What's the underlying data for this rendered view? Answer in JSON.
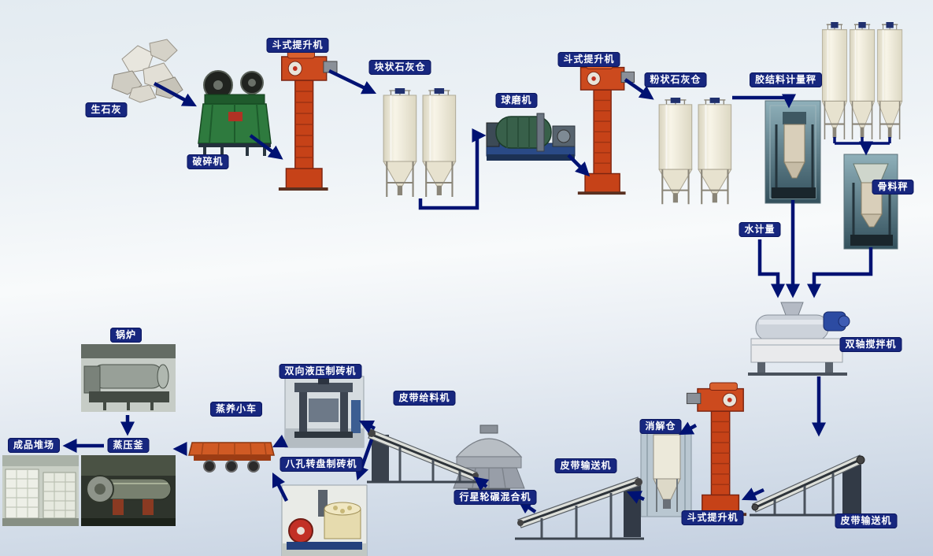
{
  "labels": {
    "quicklime": "生石灰",
    "crusher": "破碎机",
    "bucket_elevator_1": "斗式提升机",
    "lump_lime_silo": "块状石灰仓",
    "ball_mill": "球磨机",
    "bucket_elevator_2": "斗式提升机",
    "powder_lime_silo": "粉状石灰仓",
    "binder_metering_scale": "胶结料计量秤",
    "aggregate_scale": "骨料秤",
    "water_metering": "水计量",
    "twin_shaft_mixer": "双轴搅拌机",
    "belt_conveyor_1": "皮带输送机",
    "bucket_elevator_3": "斗式提升机",
    "digestion_silo": "消解仓",
    "belt_conveyor_2": "皮带输送机",
    "planetary_wheel_mixer": "行星轮碾混合机",
    "belt_feeder": "皮带给料机",
    "two_way_hydraulic_brick_machine": "双向液压制砖机",
    "eight_hole_rotary_brick_machine": "八孔转盘制砖机",
    "steam_curing_trolley": "蒸养小车",
    "autoclave": "蒸压釜",
    "boiler": "锅炉",
    "finished_product_yard": "成品堆场"
  },
  "colors": {
    "label_background": "#17277f",
    "label_text": "#ffffff",
    "arrow": "#001273"
  }
}
